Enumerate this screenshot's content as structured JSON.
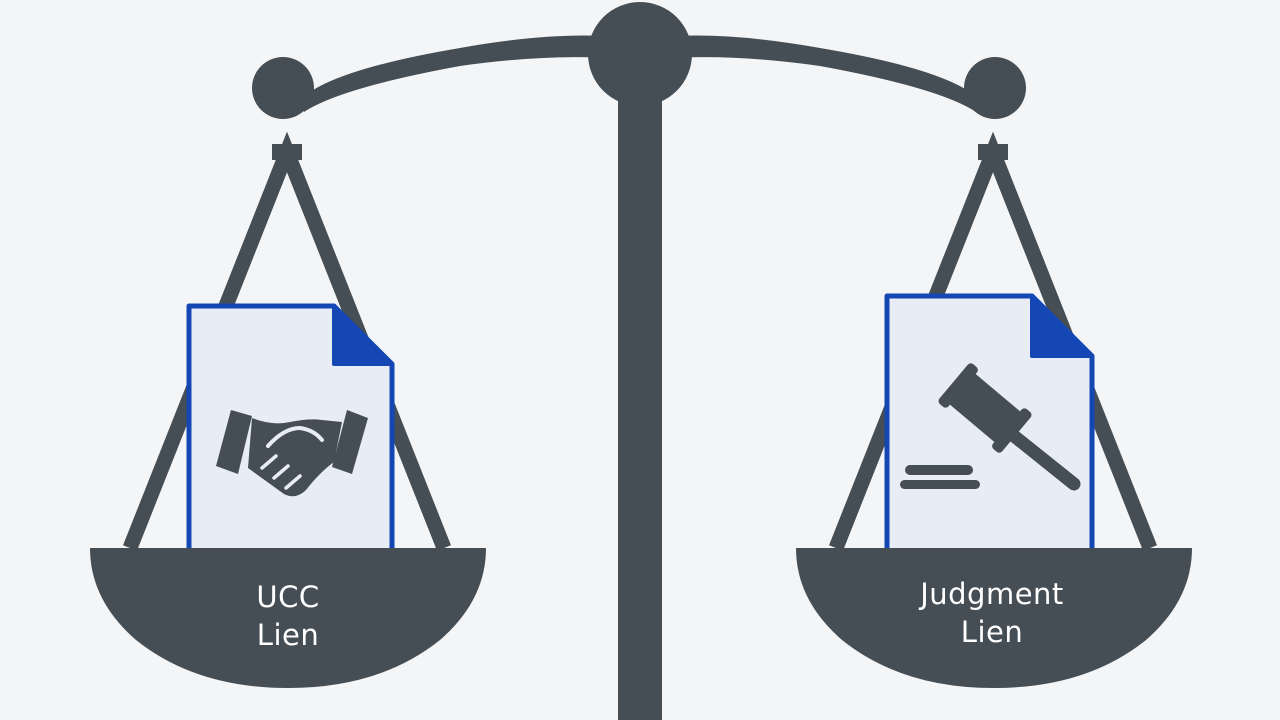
{
  "colors": {
    "background": "#f4f5f7",
    "scale_metal": "#454e54",
    "document_fill": "#e8ecf4",
    "document_border": "#1446b4",
    "icon": "#454e54",
    "label_text": "#ffffff"
  },
  "left_pan": {
    "icon": "handshake-icon",
    "label_line1": "UCC",
    "label_line2": "Lien"
  },
  "right_pan": {
    "icon": "gavel-icon",
    "label_line1": "Judgment",
    "label_line2": "Lien"
  }
}
